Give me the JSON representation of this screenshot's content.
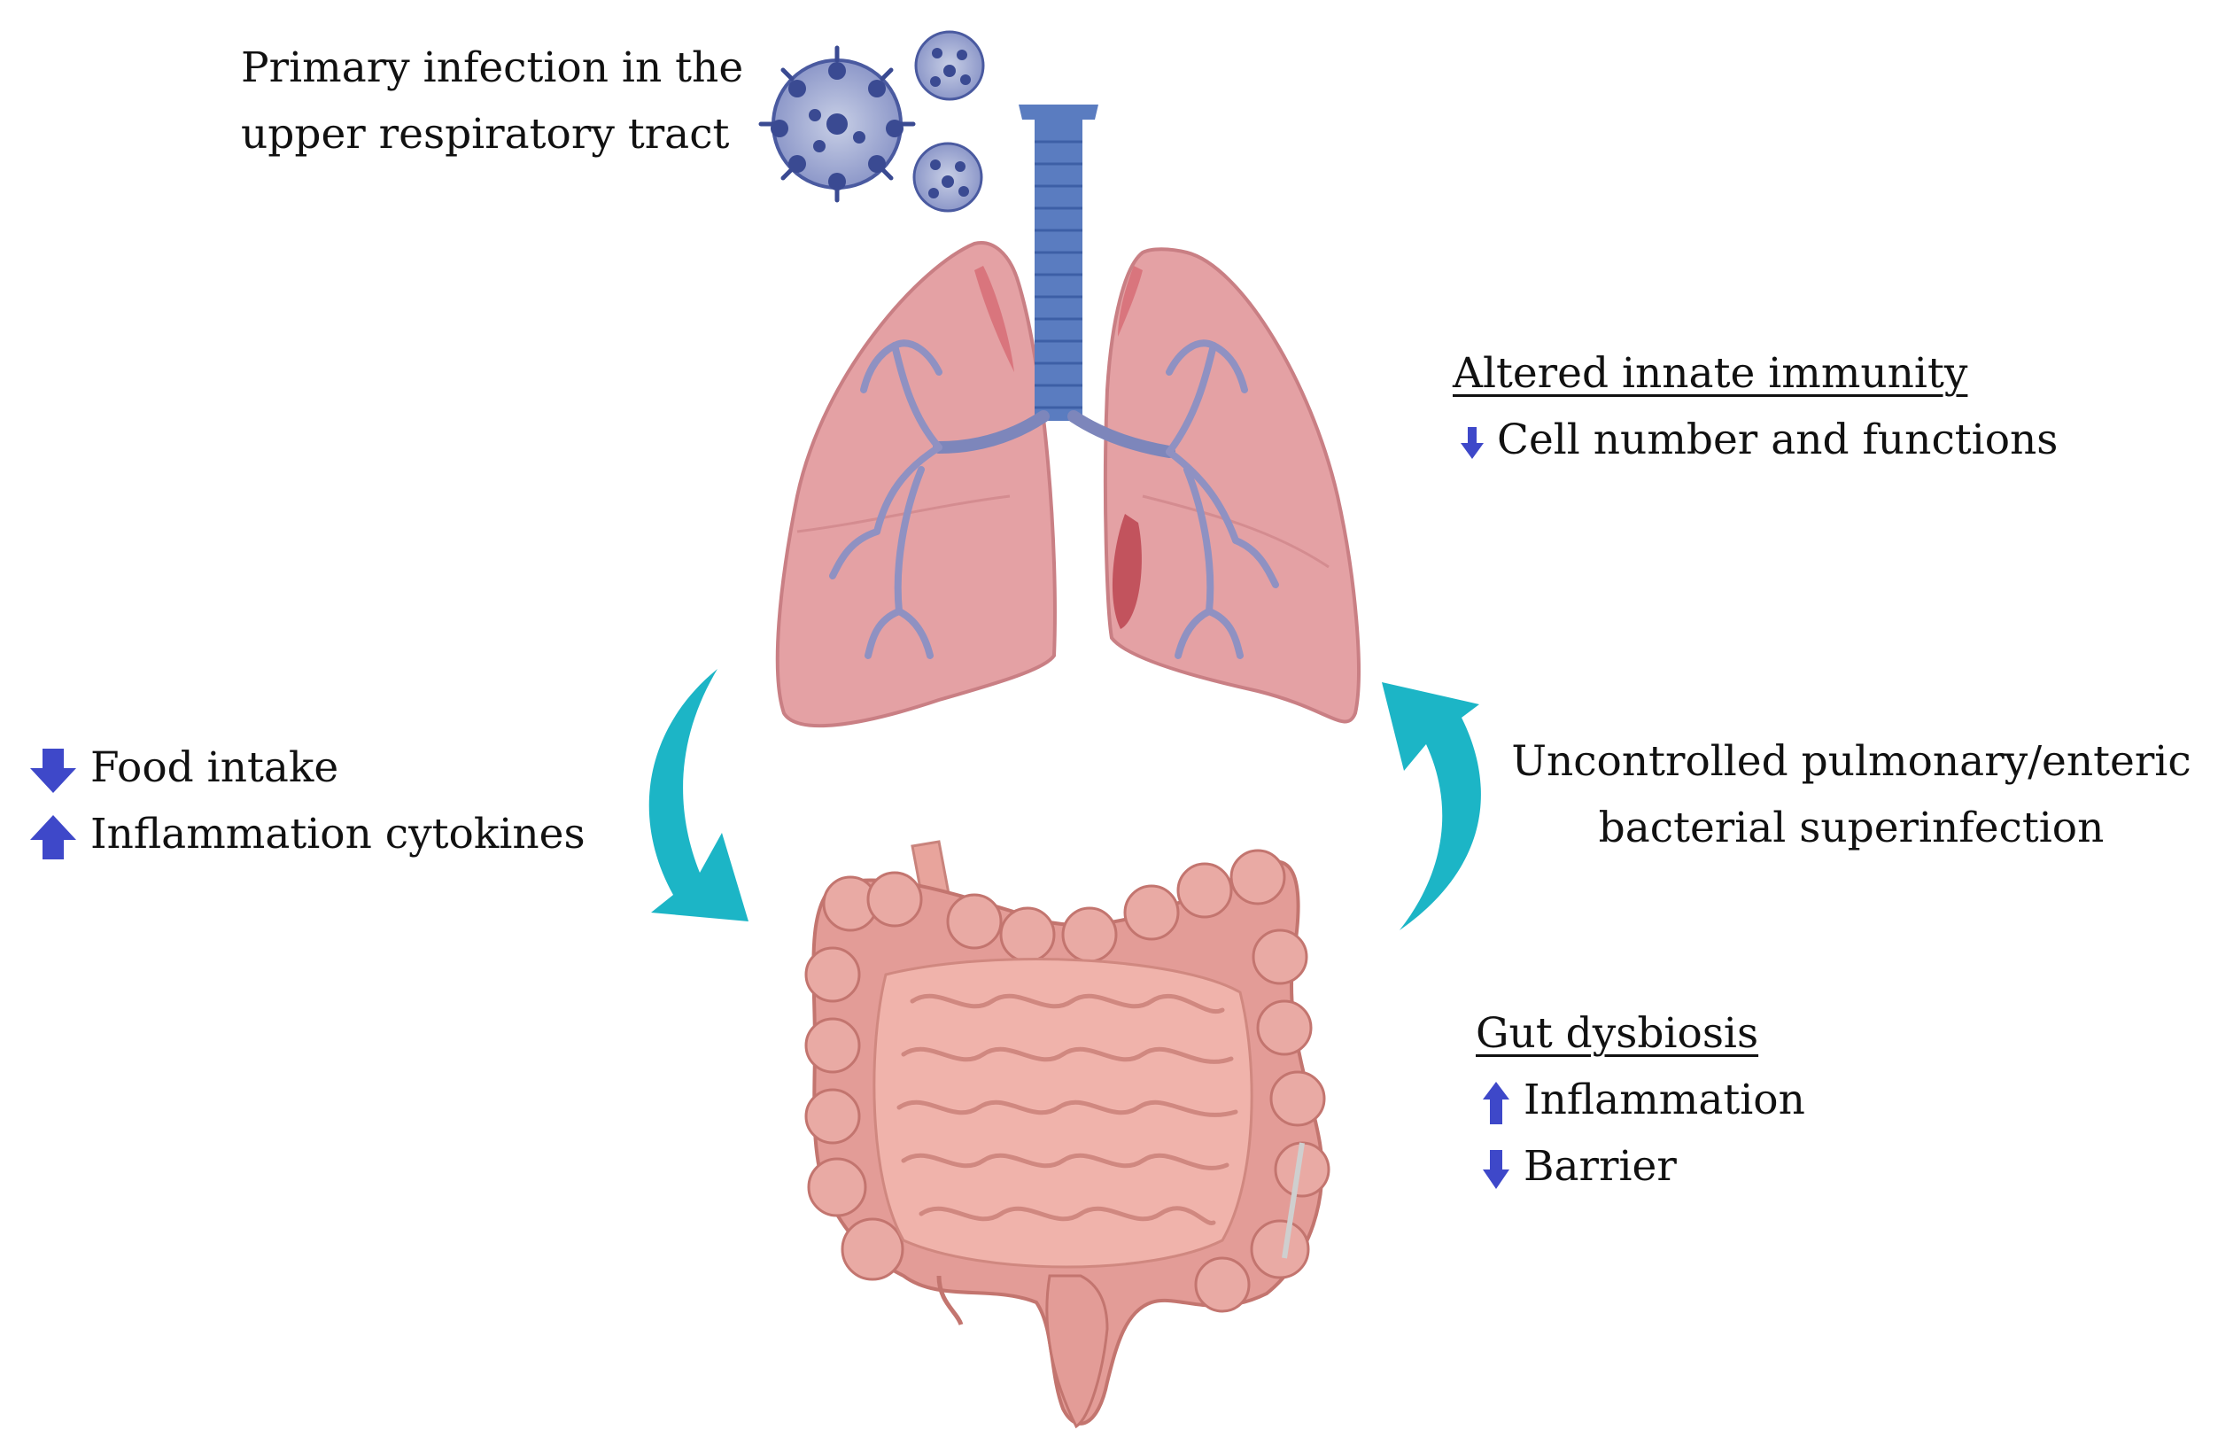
{
  "infection": {
    "line1": "Primary infection in the",
    "line2": "upper respiratory tract"
  },
  "innate": {
    "header": "Altered innate immunity",
    "item": {
      "direction": "down",
      "icon": "arrow-down-icon",
      "label": "Cell number and functions"
    }
  },
  "left_effects": [
    {
      "direction": "down",
      "icon": "arrow-down-icon",
      "label": "Food intake"
    },
    {
      "direction": "up",
      "icon": "arrow-up-icon",
      "label": "Inflammation cytokines"
    }
  ],
  "superinfection": {
    "line1": "Uncontrolled pulmonary/enteric",
    "line2": "bacterial superinfection"
  },
  "gut": {
    "header": "Gut dysbiosis",
    "items": [
      {
        "direction": "up",
        "icon": "arrow-up-icon",
        "label": "Inflammation"
      },
      {
        "direction": "down",
        "icon": "arrow-down-icon",
        "label": "Barrier"
      }
    ]
  },
  "colors": {
    "accent_arrow": "#1ab5c6",
    "indicator_arrow": "#3e48c9",
    "lung": "#e7a3a6",
    "trachea": "#5c7fc0",
    "intestine": "#e9a39d",
    "virus": "#39488f"
  }
}
